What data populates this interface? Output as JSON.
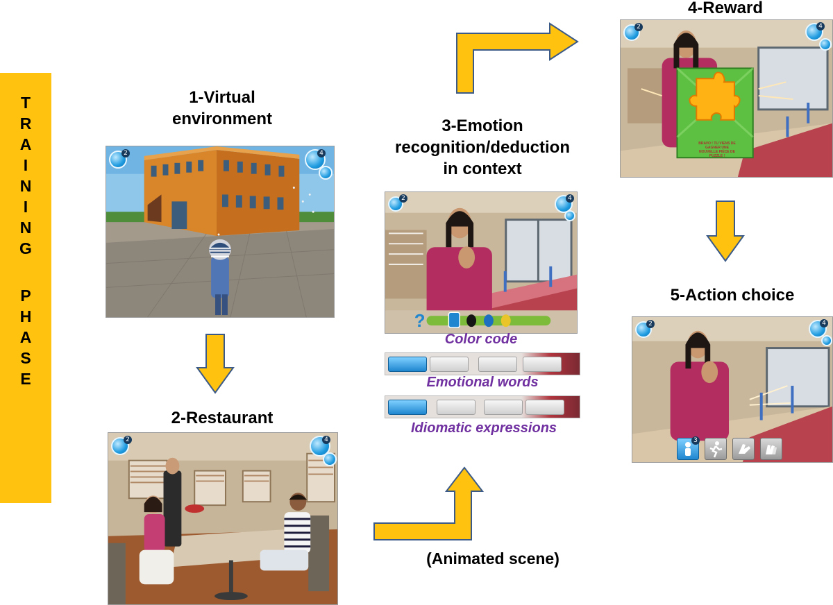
{
  "sidebar": {
    "letters": [
      "T",
      "R",
      "A",
      "I",
      "N",
      "I",
      "N",
      "G",
      "",
      "P",
      "H",
      "A",
      "S",
      "E"
    ],
    "color": "#ffc20e"
  },
  "steps": {
    "s1": {
      "title_line1": "1-Virtual",
      "title_line2": "environment"
    },
    "s2": {
      "title": "2-Restaurant"
    },
    "s3": {
      "title_line1": "3-Emotion",
      "title_line2": "recognition/deduction",
      "title_line3": "in context"
    },
    "s4": {
      "title": "4-Reward"
    },
    "s5": {
      "title": "5-Action choice"
    }
  },
  "captions": {
    "color_code": "Color code",
    "emotional_words": "Emotional words",
    "idiomatic_expressions": "Idiomatic expressions",
    "color": "#7030a0"
  },
  "footer": {
    "animated_scene": "(Animated scene)"
  },
  "badges": {
    "two": "2",
    "four": "4",
    "three": "3"
  },
  "reward_card": {
    "text": "BRAVO ! TU VIENS DE GAGNER UNE NOUVELLE PIÈCE DE PUZZLE !"
  },
  "colors": {
    "arrow_fill": "#ffc20e",
    "arrow_stroke": "#3b5a88"
  }
}
